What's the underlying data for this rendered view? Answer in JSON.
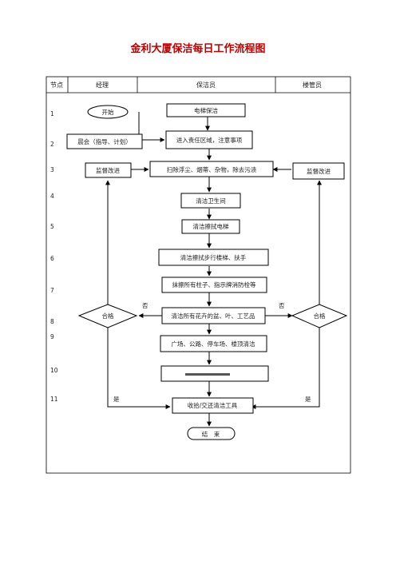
{
  "title": "金利大厦保洁每日工作流程图",
  "header": {
    "col1": "节点",
    "col2": "经理",
    "col3": "保洁员",
    "col4": "楼管员"
  },
  "nodes": [
    "1",
    "2",
    "3",
    "4",
    "5",
    "6",
    "7",
    "8",
    "9",
    "10",
    "11"
  ],
  "steps": {
    "start": "开始",
    "elevator_clean": "电梯保洁",
    "morning_meeting": "晨会（指导、计划）",
    "enter_area": "进入责任区域，注意事项",
    "sweep": "扫除浮尘、烟蒂、杂物，除去污渍",
    "supervise_left": "监督改进",
    "supervise_right": "监督改进",
    "toilet": "清洁卫生间",
    "wipe_elevator": "清洁擦拭电梯",
    "stairs": "清洁擦拭步行楼梯、扶手",
    "pillars": "抹擦所有柱子、指示牌消防栓等",
    "plants": "清洁所有花卉的盆、叶、工艺品",
    "outdoor": "广场、公路、停车场、楼顶清洁",
    "step10": "",
    "tools": "收拾/交还清洁工具",
    "end": "结　束"
  },
  "decisions": {
    "left": "合格",
    "right": "合格",
    "no": "否",
    "yes": "是"
  }
}
